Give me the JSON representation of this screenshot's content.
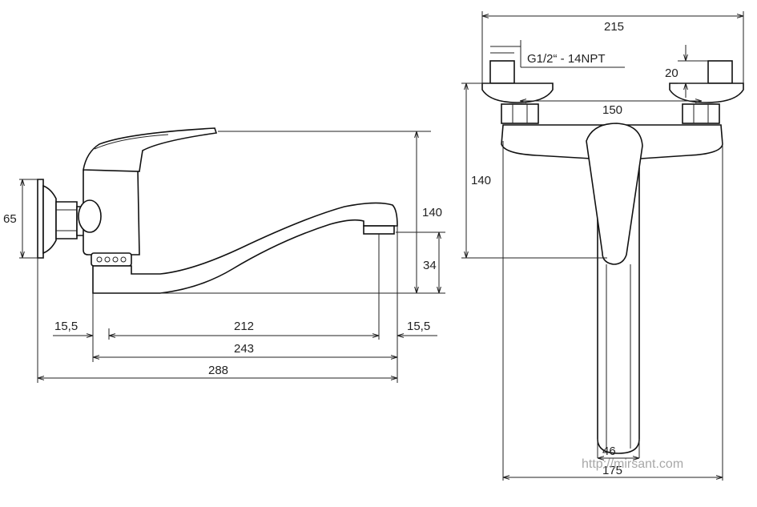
{
  "dimensions": {
    "side_width_total": "288",
    "side_width_body": "243",
    "side_spout_reach": "212",
    "side_offset_left": "15,5",
    "side_offset_right": "15,5",
    "side_height_total": "140",
    "side_spout_height": "34",
    "side_flange_dia": "65",
    "front_width_total": "215",
    "front_thread": "G1/2“ - 14NPT",
    "front_cap_height": "20",
    "front_inlet_spacing": "150",
    "front_height": "140",
    "front_handle_width": "46",
    "front_body_width": "175"
  },
  "watermark": "http://mirsant.com",
  "colors": {
    "line": "#222222",
    "watermark": "#a8a8a8"
  }
}
